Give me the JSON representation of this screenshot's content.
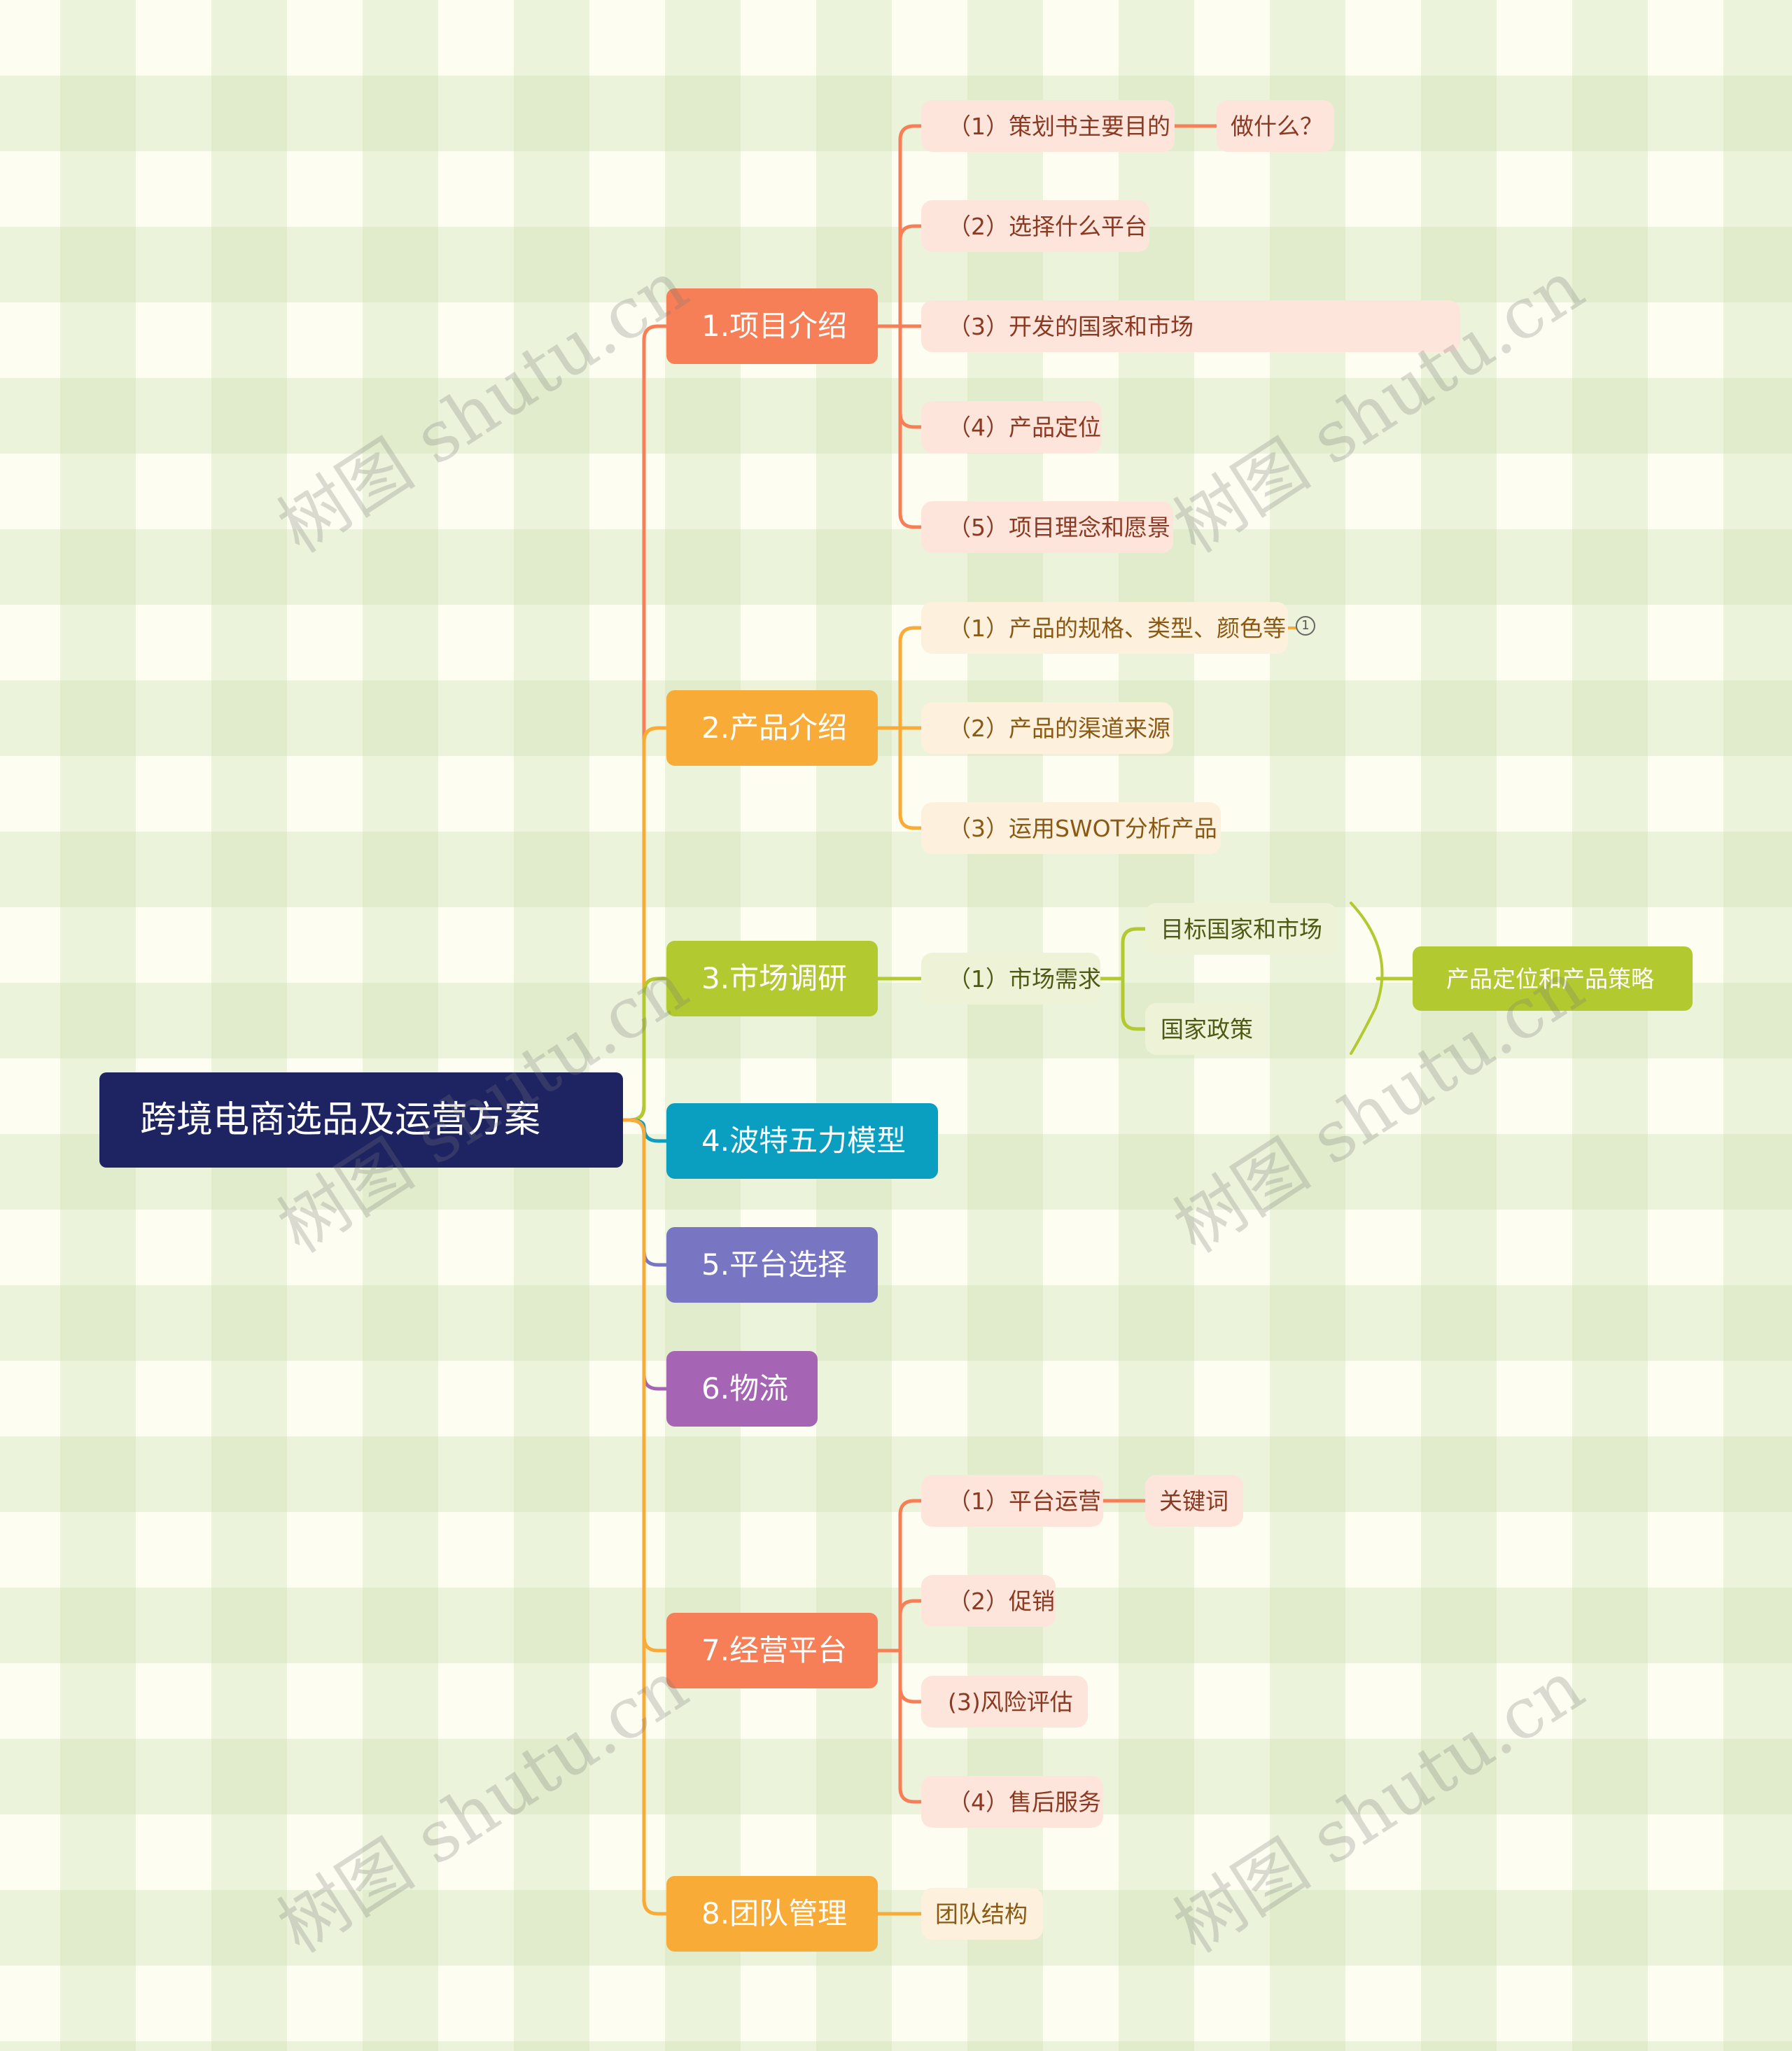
{
  "root": {
    "label": "跨境电商选品及运营方案",
    "color": "#1e2462"
  },
  "branches": [
    {
      "label": "1.项目介绍",
      "color": "#f67f57",
      "children": [
        {
          "label": "（1）策划书主要目的",
          "children": [
            {
              "label": "做什么？"
            }
          ]
        },
        {
          "label": "（2）选择什么平台"
        },
        {
          "label": "（3）开发的国家和市场"
        },
        {
          "label": "（4）产品定位"
        },
        {
          "label": "（5）项目理念和愿景"
        }
      ]
    },
    {
      "label": "2.产品介绍",
      "color": "#f8ab36",
      "children": [
        {
          "label": "（1）产品的规格、类型、颜色等",
          "badge": "1"
        },
        {
          "label": "（2）产品的渠道来源"
        },
        {
          "label": "（3）运用SWOT分析产品"
        }
      ]
    },
    {
      "label": "3.市场调研",
      "color": "#b2c930",
      "children": [
        {
          "label": "（1）市场需求",
          "children": [
            {
              "label": "目标国家和市场"
            },
            {
              "label": "国家政策"
            }
          ]
        }
      ],
      "summary": "产品定位和产品策略"
    },
    {
      "label": "4.波特五力模型",
      "color": "#0a9ec1"
    },
    {
      "label": "5.平台选择",
      "color": "#7875c3"
    },
    {
      "label": "6.物流",
      "color": "#a565b4"
    },
    {
      "label": "7.经营平台",
      "color": "#f67f57",
      "children": [
        {
          "label": "（1）平台运营",
          "children": [
            {
              "label": "关键词"
            }
          ]
        },
        {
          "label": "（2）促销"
        },
        {
          "label": "(3)风险评估"
        },
        {
          "label": "（4）售后服务"
        }
      ]
    },
    {
      "label": "8.团队管理",
      "color": "#f8ab36",
      "children": [
        {
          "label": "团队结构"
        }
      ]
    }
  ],
  "watermark": "树图 shutu.cn",
  "colors": {
    "orange_sub_bg": "#fde5dc",
    "orange_sub_text": "#8a3a22",
    "yellow_sub_bg": "#fdf0dc",
    "yellow_sub_text": "#8a5a14",
    "green_sub_bg": "#eef3d8",
    "green_sub_text": "#4e5a14"
  }
}
